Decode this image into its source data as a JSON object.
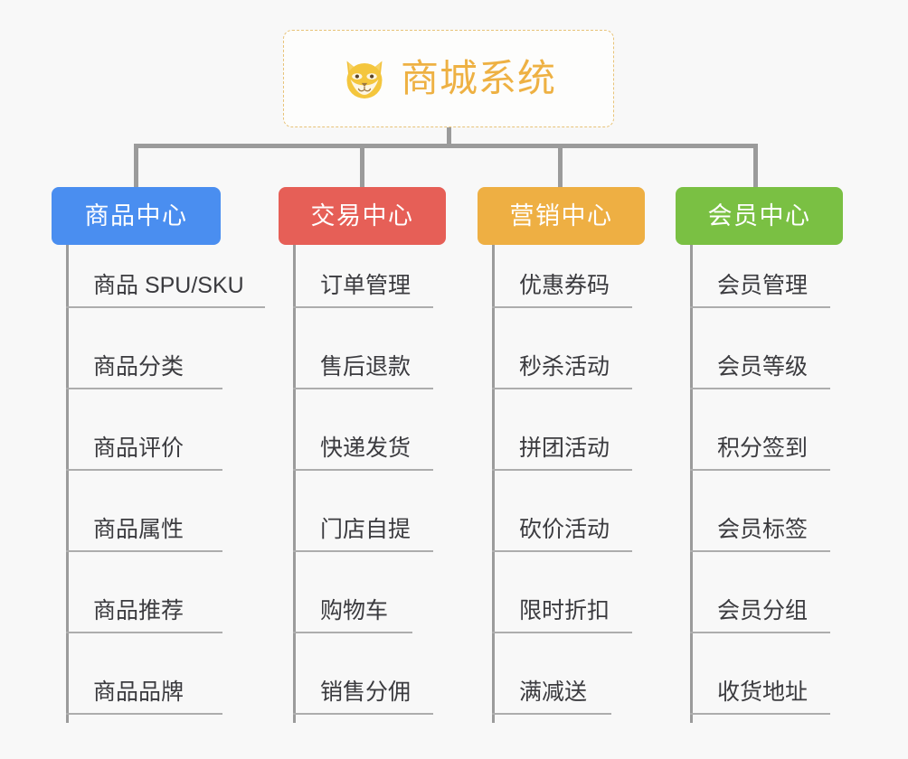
{
  "background_color": "#f8f8f8",
  "connector_color": "#9b9b9b",
  "root": {
    "icon": "shiba-dog-face-icon",
    "title": "商城系统",
    "title_color": "#eeb143",
    "border_color": "#e8c378"
  },
  "columns": [
    {
      "id": "product-center",
      "label": "商品中心",
      "color": "#4a8ef0",
      "items": [
        "商品 SPU/SKU",
        "商品分类",
        "商品评价",
        "商品属性",
        "商品推荐",
        "商品品牌"
      ]
    },
    {
      "id": "trade-center",
      "label": "交易中心",
      "color": "#e65f57",
      "items": [
        "订单管理",
        "售后退款",
        "快递发货",
        "门店自提",
        "购物车",
        "销售分佣"
      ]
    },
    {
      "id": "marketing-center",
      "label": "营销中心",
      "color": "#eeaf43",
      "items": [
        "优惠券码",
        "秒杀活动",
        "拼团活动",
        "砍价活动",
        "限时折扣",
        "满减送"
      ]
    },
    {
      "id": "member-center",
      "label": "会员中心",
      "color": "#7ac043",
      "items": [
        "会员管理",
        "会员等级",
        "积分签到",
        "会员标签",
        "会员分组",
        "收货地址"
      ]
    }
  ]
}
